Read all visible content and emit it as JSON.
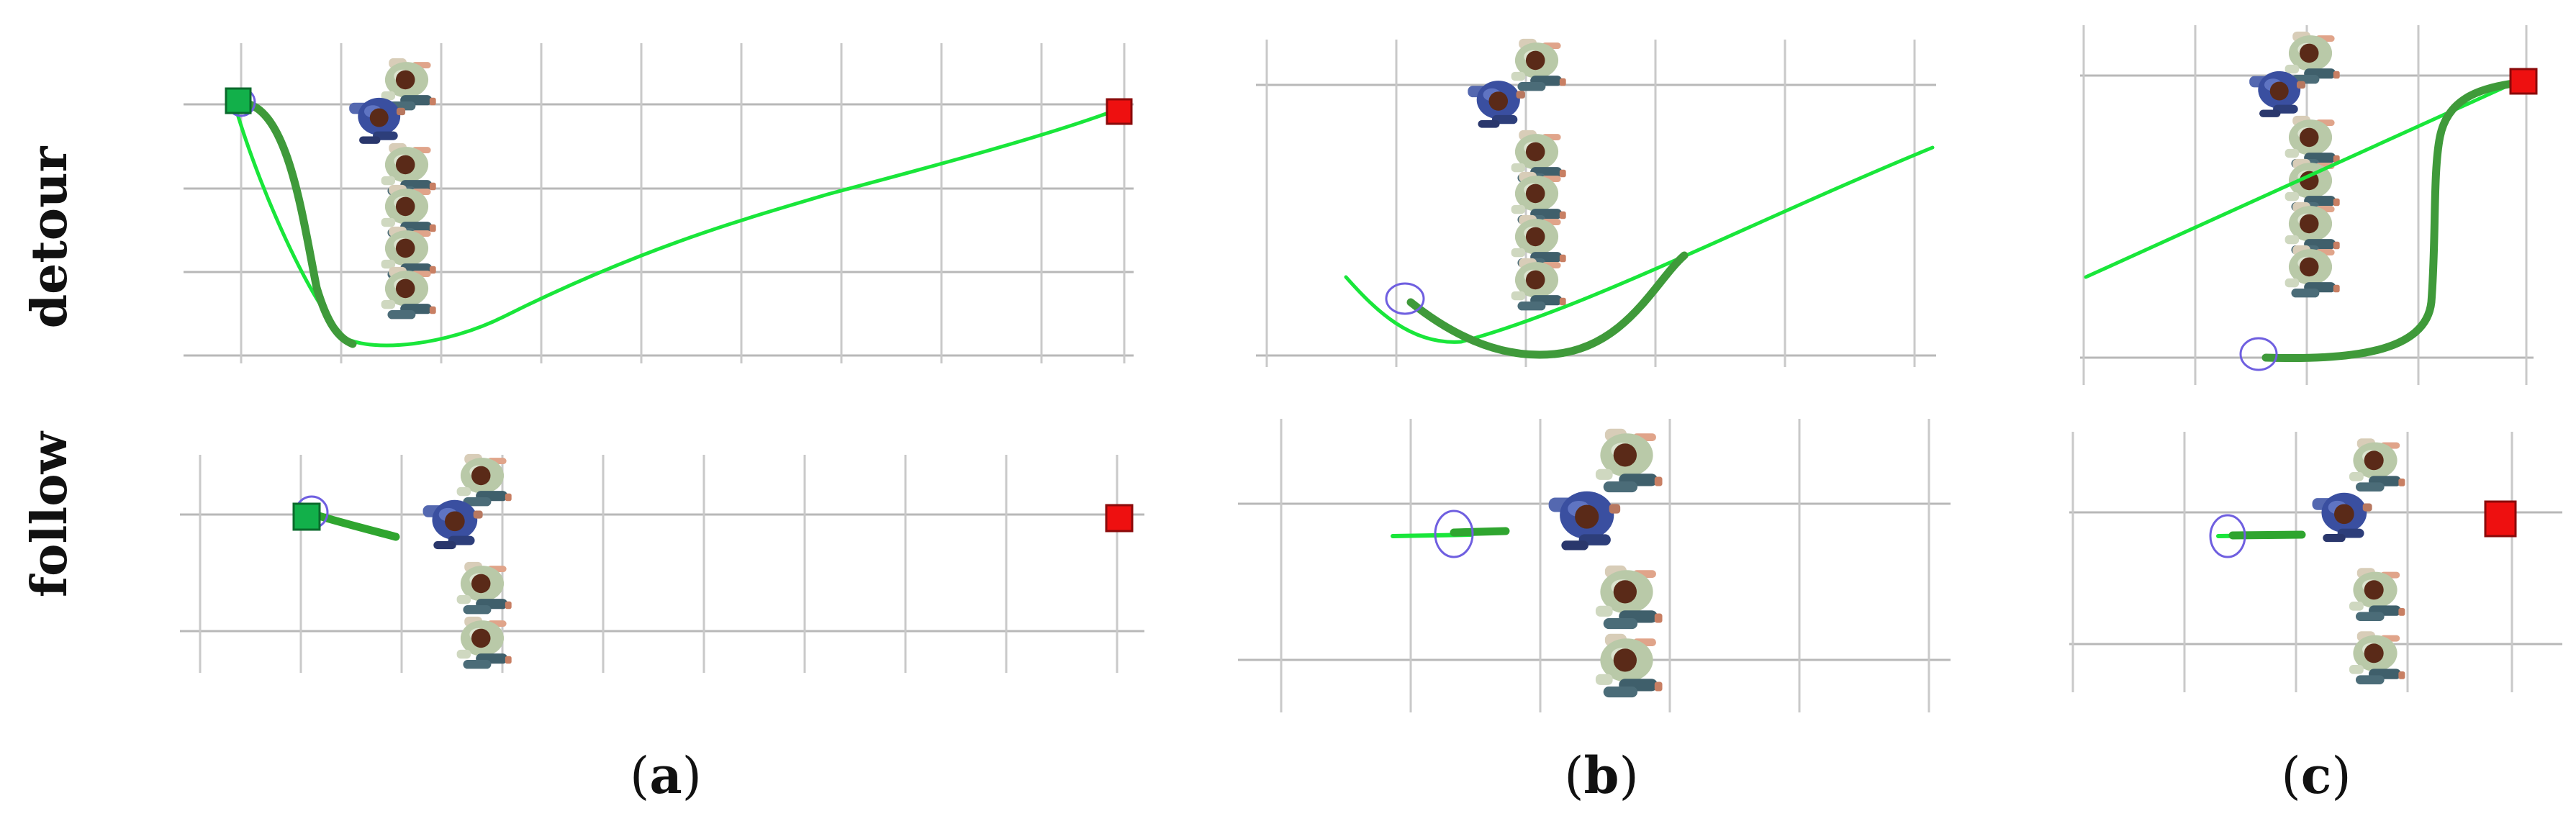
{
  "row_labels": {
    "top": "detour",
    "bottom": "follow"
  },
  "captions": [
    {
      "open": "(",
      "letter": "a",
      "close": ")"
    },
    {
      "open": "(",
      "letter": "b",
      "close": ")"
    },
    {
      "open": "(",
      "letter": "c",
      "close": ")"
    }
  ],
  "colors": {
    "start_marker": "#12b04a",
    "goal_marker": "#ee1010",
    "planned_path": "#19e63a",
    "executed_path": "#3f9a3a",
    "robot_outline": "#6f5fe0",
    "pedestrian_shirt": "#b9c9a8",
    "pedestrian_pants": "#3f5f6b",
    "pedestrian_head": "#5a2a18",
    "follow_target_shirt": "#3a4fa0"
  },
  "icons": [
    "start-marker",
    "goal-marker",
    "robot-icon",
    "pedestrian-icon"
  ]
}
